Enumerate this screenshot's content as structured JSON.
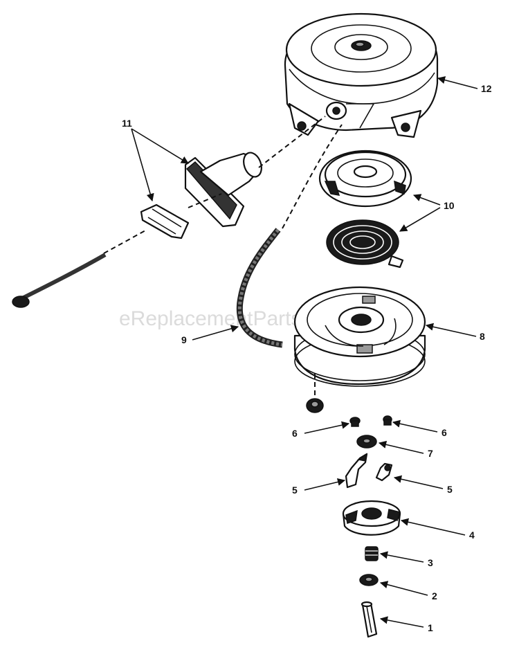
{
  "watermark": "eReplacementParts.com",
  "callouts": {
    "c1": "1",
    "c2": "2",
    "c3": "3",
    "c4": "4",
    "c5_left": "5",
    "c5_right": "5",
    "c6_left": "6",
    "c6_right": "6",
    "c7": "7",
    "c8": "8",
    "c9": "9",
    "c10": "10",
    "c11": "11",
    "c12": "12"
  }
}
